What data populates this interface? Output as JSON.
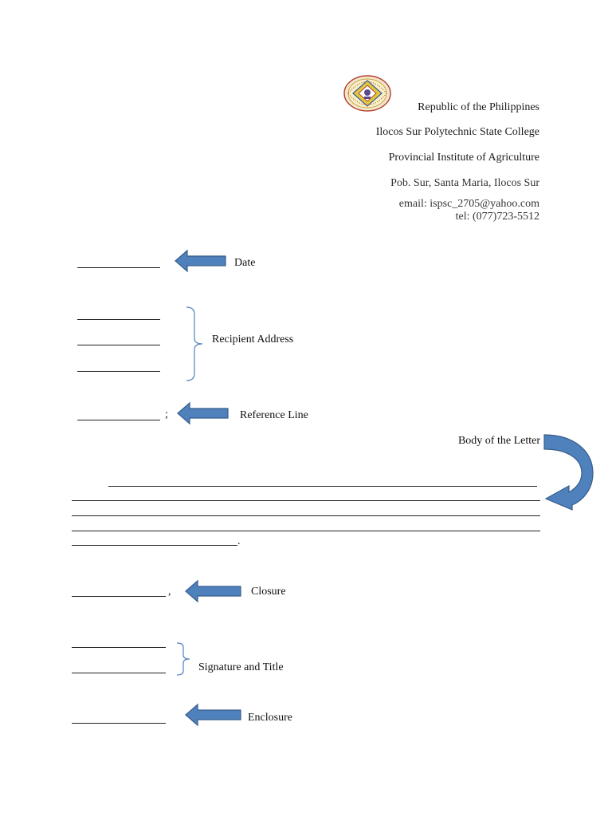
{
  "header": {
    "line1": "Republic of the Philippines",
    "line2": "Ilocos Sur Polytechnic State College",
    "line3": "Provincial Institute of Agriculture",
    "line4": "Pob. Sur, Santa Maria, Ilocos Sur",
    "email": "email:  ispsc_2705@yahoo.com",
    "tel": "tel:  (077)723-5512",
    "seal_text": "ILOCOS SUR POLYTECHNIC STATE COLLEGE"
  },
  "labels": {
    "date": "Date",
    "recipient": "Recipient Address",
    "reference": "Reference Line",
    "reference_punct": ";",
    "body": "Body of the Letter",
    "body_end": ".",
    "closure": "Closure",
    "closure_punct": ",",
    "signature": "Signature and Title",
    "enclosure": "Enclosure"
  },
  "colors": {
    "arrow_fill": "#4f81bd",
    "arrow_stroke": "#385d8a",
    "brace": "#4f81bd"
  },
  "icons": {
    "seal": "college-seal-icon",
    "arrow": "left-arrow-icon",
    "curved_arrow": "curved-arrow-icon",
    "brace": "right-brace-icon"
  }
}
